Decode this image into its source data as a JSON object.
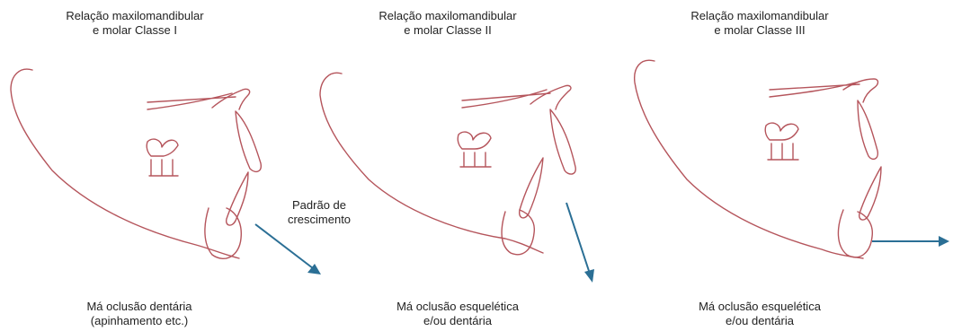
{
  "panels": [
    {
      "title": [
        "Relação maxilomandibular",
        "e molar Classe I"
      ],
      "caption": [
        "Má oclusão dentária",
        "(apinhamento etc.)"
      ]
    },
    {
      "title": [
        "Relação maxilomandibular",
        "e molar Classe II"
      ],
      "caption": [
        "Má oclusão esquelética",
        "e/ou dentária"
      ]
    },
    {
      "title": [
        "Relação maxilomandibular",
        "e molar Classe III"
      ],
      "caption": [
        "Má oclusão esquelética",
        "e/ou dentária"
      ]
    }
  ],
  "growth_label": [
    "Padrão de",
    "crescimento"
  ],
  "colors": {
    "outline": "#b5555c",
    "arrow": "#2b6f95",
    "text": "#222222"
  }
}
